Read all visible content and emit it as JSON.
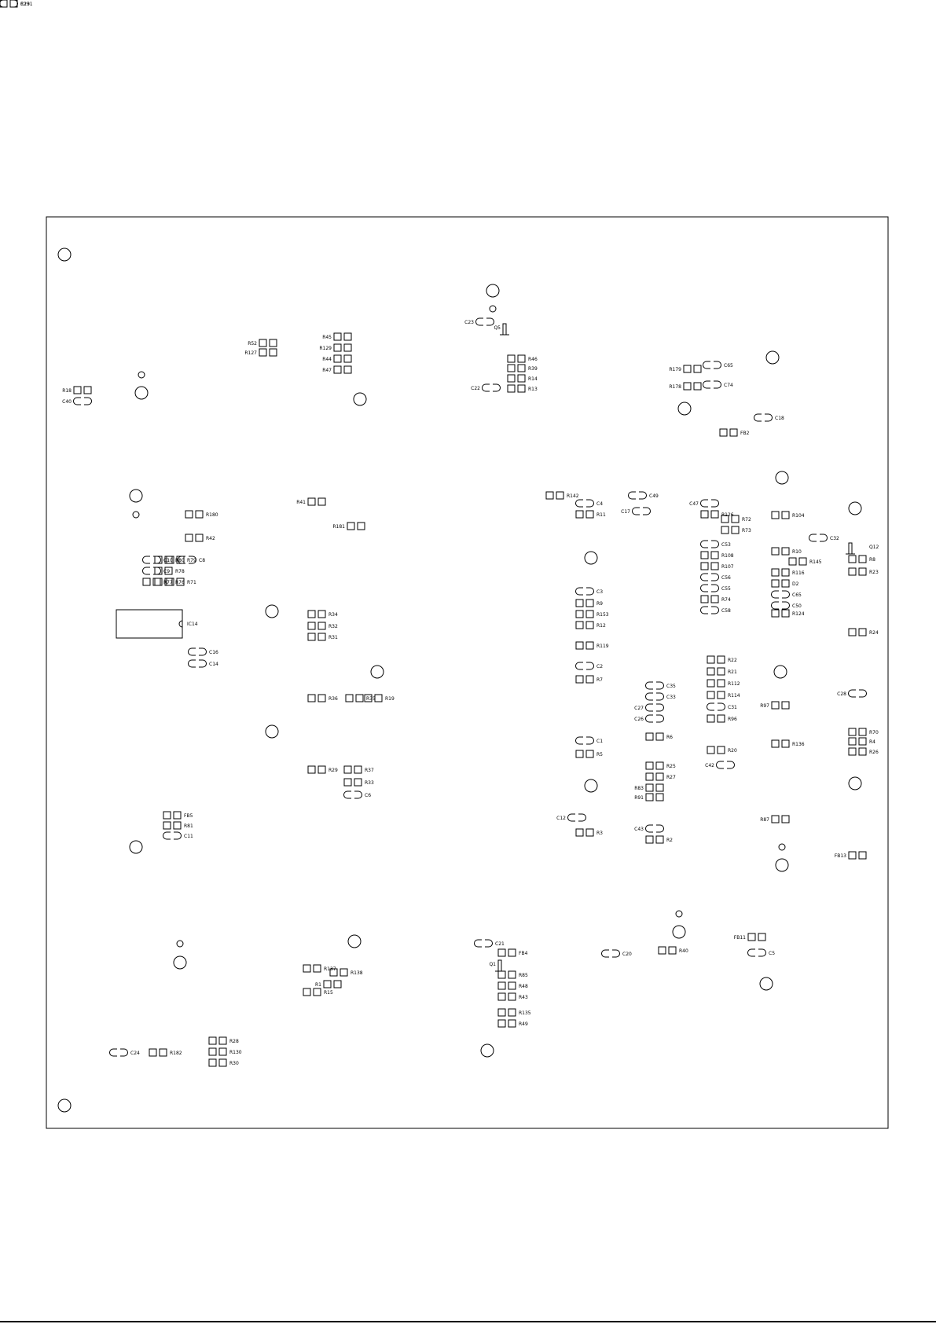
{
  "colors": {
    "ink": "#000000",
    "paper": "#ffffff"
  },
  "parts": [
    {
      "ref": "R18",
      "kind": "pad",
      "dir": "left"
    },
    {
      "ref": "C40",
      "kind": "cap",
      "dir": "left"
    },
    {
      "ref": "R52",
      "kind": "pad",
      "dir": "left"
    },
    {
      "ref": "R127",
      "kind": "pad",
      "dir": "left"
    },
    {
      "ref": "R45",
      "kind": "pad",
      "dir": "left"
    },
    {
      "ref": "R129",
      "kind": "pad",
      "dir": "left"
    },
    {
      "ref": "R44",
      "kind": "pad",
      "dir": "left"
    },
    {
      "ref": "R47",
      "kind": "pad",
      "dir": "left"
    },
    {
      "ref": "C23",
      "kind": "cap",
      "dir": "left"
    },
    {
      "ref": "Q5",
      "kind": "tr",
      "dir": "left"
    },
    {
      "ref": "R46",
      "kind": "pad",
      "dir": "right"
    },
    {
      "ref": "R39",
      "kind": "pad",
      "dir": "right"
    },
    {
      "ref": "R14",
      "kind": "pad",
      "dir": "right"
    },
    {
      "ref": "R13",
      "kind": "pad",
      "dir": "right"
    },
    {
      "ref": "C22",
      "kind": "cap",
      "dir": "left"
    },
    {
      "ref": "R179",
      "kind": "pad",
      "dir": "left"
    },
    {
      "ref": "R178",
      "kind": "pad",
      "dir": "left"
    },
    {
      "ref": "C65",
      "kind": "cap",
      "dir": "right"
    },
    {
      "ref": "C74",
      "kind": "cap",
      "dir": "right"
    },
    {
      "ref": "C18",
      "kind": "cap",
      "dir": "right"
    },
    {
      "ref": "FB2",
      "kind": "pad",
      "dir": "right"
    },
    {
      "ref": "R180",
      "kind": "pad",
      "dir": "right"
    },
    {
      "ref": "R42",
      "kind": "pad",
      "dir": "right"
    },
    {
      "ref": "R41",
      "kind": "pad",
      "dir": "left"
    },
    {
      "ref": "R181",
      "kind": "pad",
      "dir": "left"
    },
    {
      "ref": "C10",
      "kind": "cap",
      "dir": "right"
    },
    {
      "ref": "R80",
      "kind": "pad",
      "dir": "right"
    },
    {
      "ref": "R79",
      "kind": "pad",
      "dir": "right"
    },
    {
      "ref": "C8",
      "kind": "cap",
      "dir": "right"
    },
    {
      "ref": "C9",
      "kind": "cap",
      "dir": "right"
    },
    {
      "ref": "R78",
      "kind": "pad",
      "dir": "right"
    },
    {
      "ref": "R77",
      "kind": "pad",
      "dir": "right"
    },
    {
      "ref": "R76",
      "kind": "pad",
      "dir": "right"
    },
    {
      "ref": "R71",
      "kind": "pad",
      "dir": "right"
    },
    {
      "ref": "IC14",
      "kind": "ic",
      "dir": "right"
    },
    {
      "ref": "C16",
      "kind": "cap",
      "dir": "right"
    },
    {
      "ref": "C14",
      "kind": "cap",
      "dir": "right"
    },
    {
      "ref": "R34",
      "kind": "pad",
      "dir": "right"
    },
    {
      "ref": "R32",
      "kind": "pad",
      "dir": "right"
    },
    {
      "ref": "R31",
      "kind": "pad",
      "dir": "right"
    },
    {
      "ref": "R36",
      "kind": "pad",
      "dir": "right"
    },
    {
      "ref": "R35",
      "kind": "pad",
      "dir": "right"
    },
    {
      "ref": "R19",
      "kind": "pad",
      "dir": "right"
    },
    {
      "ref": "R29",
      "kind": "pad",
      "dir": "right"
    },
    {
      "ref": "R37",
      "kind": "pad",
      "dir": "right"
    },
    {
      "ref": "R33",
      "kind": "pad",
      "dir": "right"
    },
    {
      "ref": "C6",
      "kind": "cap",
      "dir": "right"
    },
    {
      "ref": "FB5",
      "kind": "pad",
      "dir": "right"
    },
    {
      "ref": "R81",
      "kind": "pad",
      "dir": "right"
    },
    {
      "ref": "C11",
      "kind": "cap",
      "dir": "right"
    },
    {
      "ref": "R142",
      "kind": "pad",
      "dir": "right"
    },
    {
      "ref": "C4",
      "kind": "cap",
      "dir": "right"
    },
    {
      "ref": "R11",
      "kind": "pad",
      "dir": "right"
    },
    {
      "ref": "C49",
      "kind": "cap",
      "dir": "right"
    },
    {
      "ref": "C17",
      "kind": "cap",
      "dir": "left"
    },
    {
      "ref": "C3",
      "kind": "cap",
      "dir": "right"
    },
    {
      "ref": "R9",
      "kind": "pad",
      "dir": "right"
    },
    {
      "ref": "R153",
      "kind": "pad",
      "dir": "right"
    },
    {
      "ref": "R12",
      "kind": "pad",
      "dir": "right"
    },
    {
      "ref": "R119",
      "kind": "pad",
      "dir": "right"
    },
    {
      "ref": "C2",
      "kind": "cap",
      "dir": "right"
    },
    {
      "ref": "R7",
      "kind": "pad",
      "dir": "right"
    },
    {
      "ref": "C1",
      "kind": "cap",
      "dir": "right"
    },
    {
      "ref": "R5",
      "kind": "pad",
      "dir": "right"
    },
    {
      "ref": "C12",
      "kind": "cap",
      "dir": "left"
    },
    {
      "ref": "R3",
      "kind": "pad",
      "dir": "right"
    },
    {
      "ref": "C47",
      "kind": "cap",
      "dir": "left"
    },
    {
      "ref": "R126",
      "kind": "pad",
      "dir": "right"
    },
    {
      "ref": "R72",
      "kind": "pad",
      "dir": "right"
    },
    {
      "ref": "R73",
      "kind": "pad",
      "dir": "right"
    },
    {
      "ref": "C53",
      "kind": "cap",
      "dir": "right"
    },
    {
      "ref": "R108",
      "kind": "pad",
      "dir": "right"
    },
    {
      "ref": "R107",
      "kind": "pad",
      "dir": "right"
    },
    {
      "ref": "C56",
      "kind": "cap",
      "dir": "right"
    },
    {
      "ref": "C55",
      "kind": "cap",
      "dir": "right"
    },
    {
      "ref": "R74",
      "kind": "pad",
      "dir": "right"
    },
    {
      "ref": "C58",
      "kind": "cap",
      "dir": "right"
    },
    {
      "ref": "R104",
      "kind": "pad",
      "dir": "right"
    },
    {
      "ref": "C32",
      "kind": "cap",
      "dir": "right"
    },
    {
      "ref": "R10",
      "kind": "pad",
      "dir": "right"
    },
    {
      "ref": "R145",
      "kind": "pad",
      "dir": "right"
    },
    {
      "ref": "R116",
      "kind": "pad",
      "dir": "right"
    },
    {
      "ref": "D2",
      "kind": "pad",
      "dir": "right"
    },
    {
      "ref": "C65",
      "kind": "cap",
      "dir": "right"
    },
    {
      "ref": "C50",
      "kind": "cap",
      "dir": "right"
    },
    {
      "ref": "R124",
      "kind": "pad",
      "dir": "right"
    },
    {
      "ref": "Q12",
      "kind": "tr",
      "dir": "right"
    },
    {
      "ref": "R8",
      "kind": "pad",
      "dir": "right"
    },
    {
      "ref": "R23",
      "kind": "pad",
      "dir": "right"
    },
    {
      "ref": "R24",
      "kind": "pad",
      "dir": "right"
    },
    {
      "ref": "R22",
      "kind": "pad",
      "dir": "right"
    },
    {
      "ref": "R21",
      "kind": "pad",
      "dir": "right"
    },
    {
      "ref": "R112",
      "kind": "pad",
      "dir": "right"
    },
    {
      "ref": "R114",
      "kind": "pad",
      "dir": "right"
    },
    {
      "ref": "C31",
      "kind": "cap",
      "dir": "right"
    },
    {
      "ref": "R96",
      "kind": "pad",
      "dir": "right"
    },
    {
      "ref": "C35",
      "kind": "cap",
      "dir": "right"
    },
    {
      "ref": "C33",
      "kind": "cap",
      "dir": "right"
    },
    {
      "ref": "C27",
      "kind": "cap",
      "dir": "left"
    },
    {
      "ref": "C26",
      "kind": "cap",
      "dir": "left"
    },
    {
      "ref": "R97",
      "kind": "pad",
      "dir": "left"
    },
    {
      "ref": "C28",
      "kind": "cap",
      "dir": "left"
    },
    {
      "ref": "R6",
      "kind": "pad",
      "dir": "right"
    },
    {
      "ref": "R20",
      "kind": "pad",
      "dir": "right"
    },
    {
      "ref": "C42",
      "kind": "cap",
      "dir": "left"
    },
    {
      "ref": "R136",
      "kind": "pad",
      "dir": "right"
    },
    {
      "ref": "R70",
      "kind": "pad",
      "dir": "right"
    },
    {
      "ref": "R4",
      "kind": "pad",
      "dir": "right"
    },
    {
      "ref": "R26",
      "kind": "pad",
      "dir": "right"
    },
    {
      "ref": "R25",
      "kind": "pad",
      "dir": "right"
    },
    {
      "ref": "R27",
      "kind": "pad",
      "dir": "right"
    },
    {
      "ref": "R83",
      "kind": "pad",
      "dir": "left"
    },
    {
      "ref": "R91",
      "kind": "pad",
      "dir": "left"
    },
    {
      "ref": "R87",
      "kind": "pad",
      "dir": "left"
    },
    {
      "ref": "C43",
      "kind": "cap",
      "dir": "left"
    },
    {
      "ref": "R2",
      "kind": "pad",
      "dir": "right"
    },
    {
      "ref": "FB13",
      "kind": "pad",
      "dir": "left"
    },
    {
      "ref": "FB11",
      "kind": "pad",
      "dir": "left"
    },
    {
      "ref": "C5",
      "kind": "cap",
      "dir": "right"
    },
    {
      "ref": "R40",
      "kind": "pad",
      "dir": "right"
    },
    {
      "ref": "C20",
      "kind": "cap",
      "dir": "right"
    },
    {
      "ref": "C21",
      "kind": "cap",
      "dir": "right"
    },
    {
      "ref": "FB4",
      "kind": "pad",
      "dir": "right"
    },
    {
      "ref": "Q1",
      "kind": "tr",
      "dir": "left"
    },
    {
      "ref": "R85",
      "kind": "pad",
      "dir": "right"
    },
    {
      "ref": "R48",
      "kind": "pad",
      "dir": "right"
    },
    {
      "ref": "R43",
      "kind": "pad",
      "dir": "right"
    },
    {
      "ref": "R135",
      "kind": "pad",
      "dir": "right"
    },
    {
      "ref": "R49",
      "kind": "pad",
      "dir": "right"
    },
    {
      "ref": "R137",
      "kind": "pad",
      "dir": "right"
    },
    {
      "ref": "R138",
      "kind": "pad",
      "dir": "right"
    },
    {
      "ref": "R1",
      "kind": "pad",
      "dir": "left"
    },
    {
      "ref": "R15",
      "kind": "pad",
      "dir": "right"
    },
    {
      "ref": "C24",
      "kind": "cap",
      "dir": "right"
    },
    {
      "ref": "R182",
      "kind": "pad",
      "dir": "right"
    },
    {
      "ref": "R28",
      "kind": "pad",
      "dir": "right"
    },
    {
      "ref": "R130",
      "kind": "pad",
      "dir": "right"
    },
    {
      "ref": "R30",
      "kind": "pad",
      "dir": "right"
    },
    {
      "ref": "R131",
      "kind": "pad",
      "dir": "right"
    },
    {
      "ref": "C29",
      "kind": "cap",
      "dir": "right"
    }
  ]
}
